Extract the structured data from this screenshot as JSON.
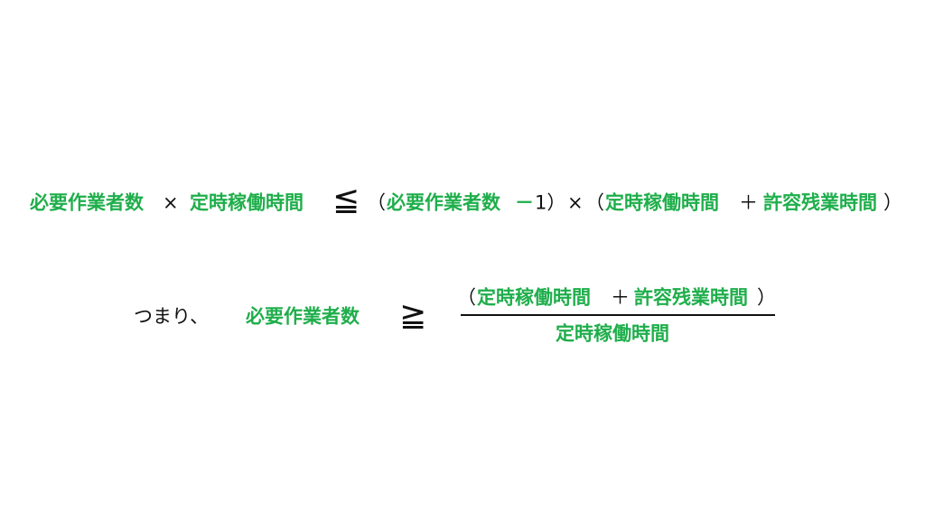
{
  "colors": {
    "accent": "#1fae4b",
    "text": "#111111"
  },
  "line1": {
    "required_workers": "必要作業者数",
    "times": "×",
    "regular_hours": "定時稼働時間",
    "leq": "≦",
    "open_paren": "（",
    "required_workers_2": "必要作業者数",
    "minus": "－",
    "one": "1）",
    "times_2": "×",
    "open_paren_2": "（",
    "regular_hours_2": "定時稼働時間",
    "plus": "＋",
    "allowed_overtime": "許容残業時間",
    "close_paren": "）"
  },
  "line2": {
    "therefore": "つまり、",
    "required_workers": "必要作業者数",
    "geq": "≧",
    "numerator_open": "（",
    "numerator_regular": "定時稼働時間",
    "numerator_plus": "＋",
    "numerator_overtime": "許容残業時間",
    "numerator_close": "）",
    "denominator": "定時稼働時間"
  }
}
